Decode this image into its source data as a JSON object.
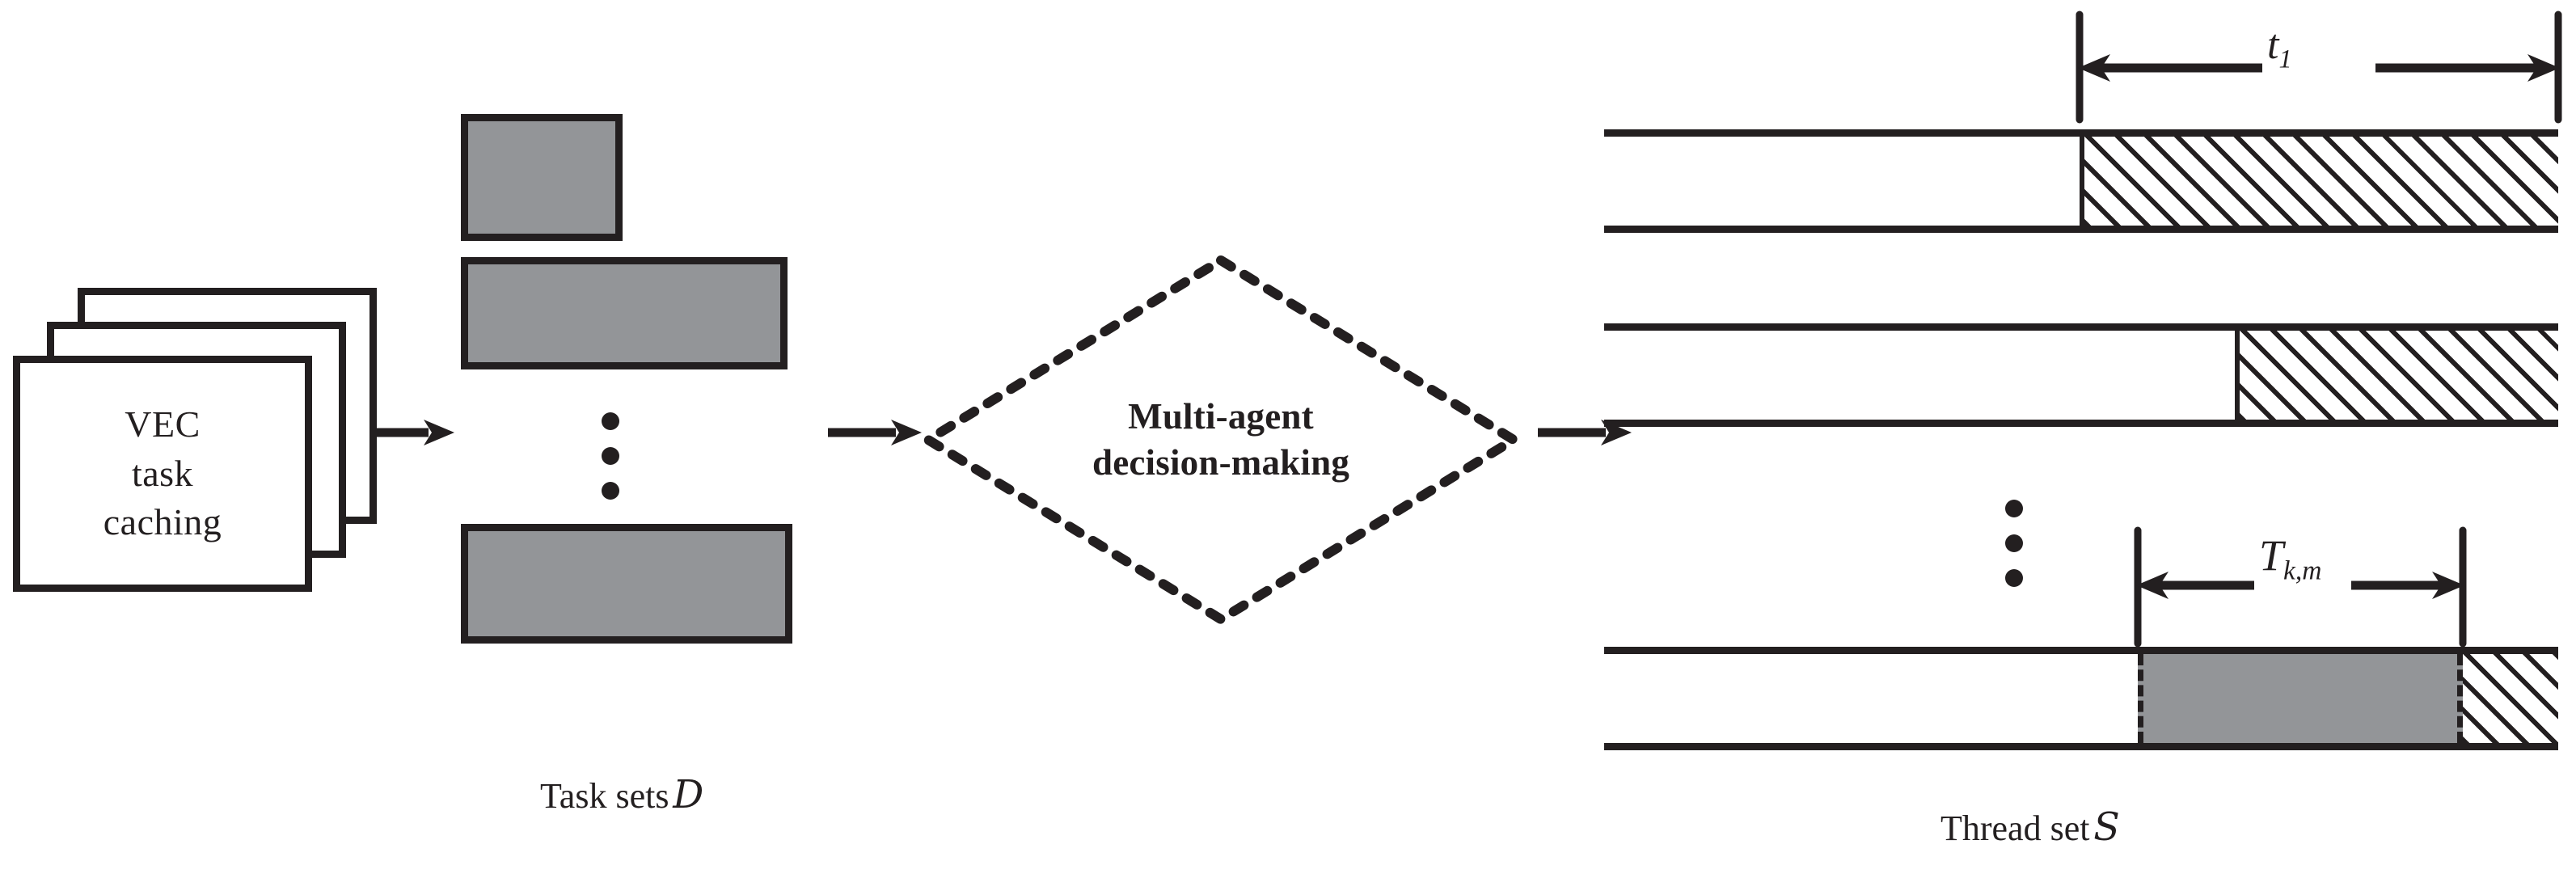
{
  "figure": {
    "type": "pipeline-diagram",
    "background": "#ffffff",
    "ink_color": "#231f20",
    "fill_gray": "#939598"
  },
  "source_stack": {
    "name": "vec-task-caching-stack",
    "card_count": 3,
    "lines": [
      "VEC",
      "task",
      "caching"
    ]
  },
  "arrows": [
    {
      "name": "arrow-stack-to-tasks",
      "direction": "right"
    },
    {
      "name": "arrow-tasks-to-diamond",
      "direction": "right"
    },
    {
      "name": "arrow-diamond-to-threads",
      "direction": "right"
    }
  ],
  "task_sets": {
    "caption": "Task sets",
    "caption_symbol": "D",
    "ellipsis_dots": 3,
    "rects": [
      {
        "name": "task-rect-1",
        "fill": "#939598"
      },
      {
        "name": "task-rect-2",
        "fill": "#939598"
      },
      {
        "name": "task-rect-3",
        "fill": "#939598"
      }
    ]
  },
  "decision": {
    "shape": "diamond",
    "border_style": "dotted",
    "line1": "Multi-agent",
    "line2": "decision-making"
  },
  "thread_set": {
    "caption": "Thread set",
    "caption_symbol": "S",
    "ellipsis_dots": 3,
    "rows": [
      {
        "name": "thread-row-1",
        "blocks": [
          {
            "kind": "hatched",
            "start_pct": 49.8,
            "end_pct": 100
          }
        ]
      },
      {
        "name": "thread-row-2",
        "blocks": [
          {
            "kind": "hatched",
            "start_pct": 66.1,
            "end_pct": 100
          }
        ]
      },
      {
        "name": "thread-row-3",
        "blocks": [
          {
            "kind": "gray",
            "start_pct": 55.9,
            "end_pct": 90.0
          },
          {
            "kind": "hatched",
            "start_pct": 90.0,
            "end_pct": 100
          }
        ]
      }
    ]
  },
  "measurements": [
    {
      "name": "measure-t1",
      "symbol": "t",
      "subscript": "1",
      "row": "thread-row-1",
      "spans": "start of hatched block to end of row"
    },
    {
      "name": "measure-Tkm",
      "symbol": "T",
      "subscript": "k,m",
      "row": "thread-row-3",
      "spans": "gray block width"
    }
  ]
}
